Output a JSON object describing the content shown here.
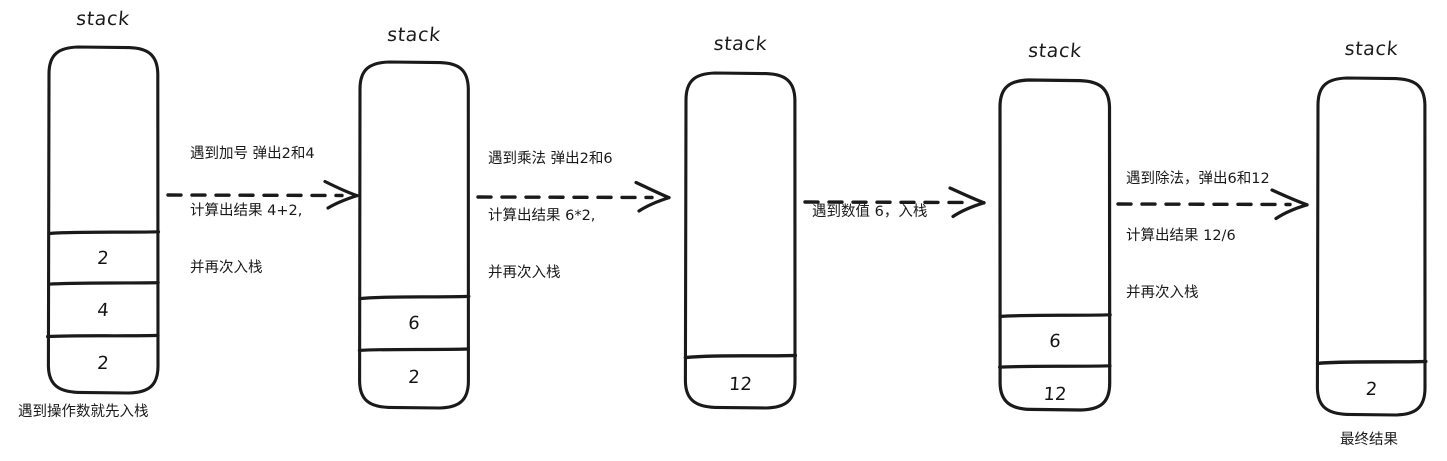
{
  "diagram": {
    "title_label": "stack",
    "stacks": [
      {
        "id": "stack-1",
        "title": "stack",
        "cells": [
          "2",
          "4",
          "2"
        ],
        "caption": "遇到操作数就先入栈"
      },
      {
        "id": "stack-2",
        "title": "stack",
        "cells": [
          "6",
          "2"
        ],
        "caption": ""
      },
      {
        "id": "stack-3",
        "title": "stack",
        "cells": [
          "12"
        ],
        "caption": ""
      },
      {
        "id": "stack-4",
        "title": "stack",
        "cells": [
          "6",
          "12"
        ],
        "caption": ""
      },
      {
        "id": "stack-5",
        "title": "stack",
        "cells": [
          "2"
        ],
        "caption": "最终结果"
      }
    ],
    "transitions": [
      {
        "id": "transition-1",
        "line1": "遇到加号 弹出2和4",
        "line2": "计算出结果 4+2,",
        "line3": "并再次入栈"
      },
      {
        "id": "transition-2",
        "line1": "遇到乘法 弹出2和6",
        "line2": "计算出结果 6*2,",
        "line3": "并再次入栈"
      },
      {
        "id": "transition-3",
        "line1": "遇到数值 6，入栈",
        "line2": "",
        "line3": ""
      },
      {
        "id": "transition-4",
        "line1": "遇到除法，弹出6和12",
        "line2": "计算出结果 12/6",
        "line3": "并再次入栈"
      }
    ],
    "colors": {
      "stroke": "#1a1a1a",
      "background": "#ffffff",
      "text": "#1a1a1a"
    }
  }
}
